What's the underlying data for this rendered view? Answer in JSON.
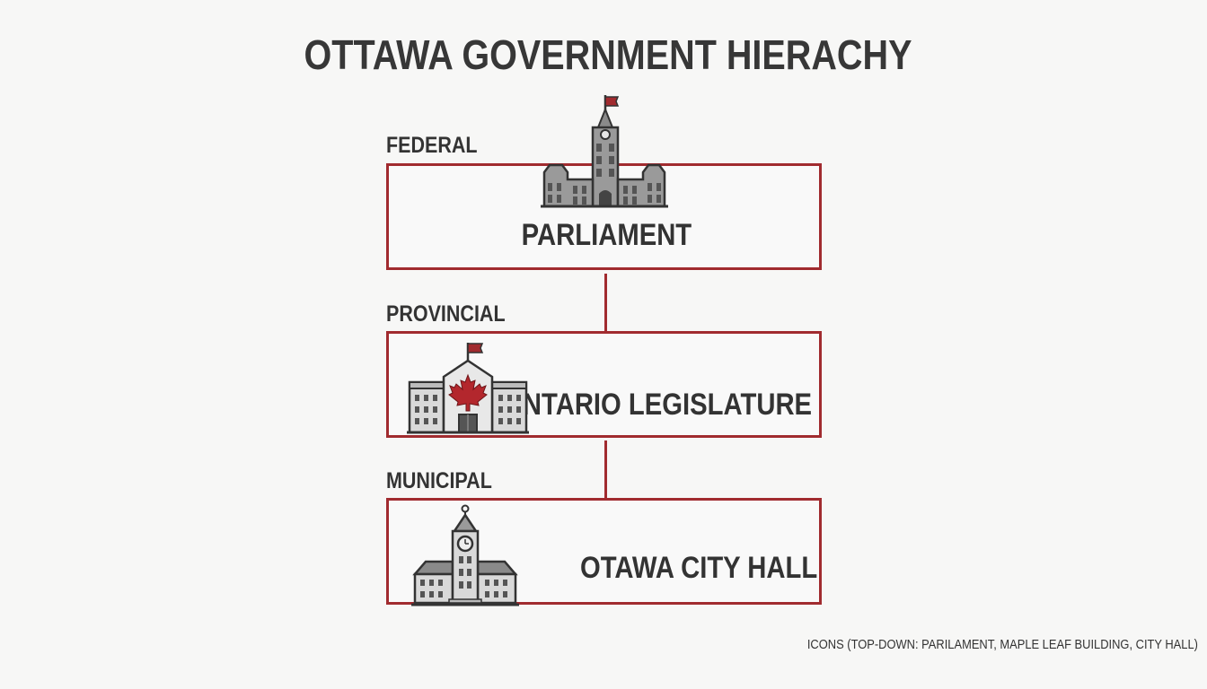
{
  "title": "OTTAWA GOVERNMENT HIERACHY",
  "levels": [
    {
      "label": "FEDERAL",
      "name": "PARLIAMENT",
      "icon": "parliament-building-icon"
    },
    {
      "label": "PROVINCIAL",
      "name": "ONTARIO LEGISLATURE",
      "icon": "maple-leaf-building-icon"
    },
    {
      "label": "MUNICIPAL",
      "name": "OTAWA CITY HALL",
      "icon": "city-hall-icon"
    }
  ],
  "footnote": "ICONS (TOP-DOWN: PARILAMENT, MAPLE LEAF BUILDING, CITY HALL)",
  "colors": {
    "accent": "#a12b2f",
    "text": "#333333",
    "icon_gray": "#8a8a8a",
    "icon_light": "#d9d9d9",
    "background": "#f7f7f6"
  }
}
